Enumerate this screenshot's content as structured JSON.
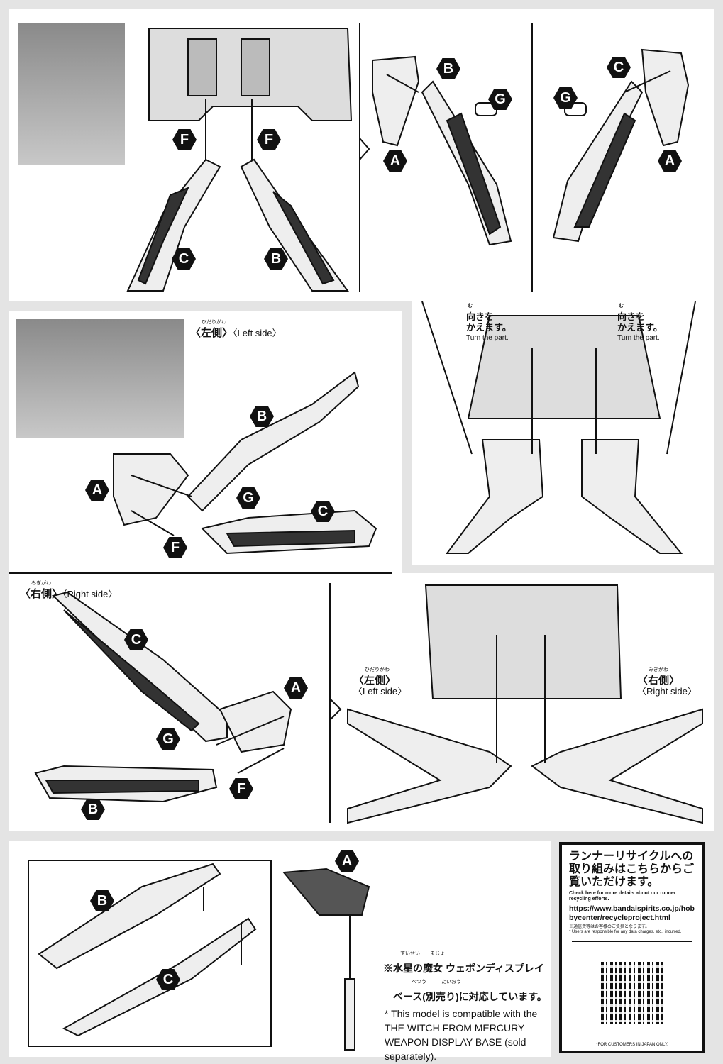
{
  "labels": {
    "a": "A",
    "b": "B",
    "c": "C",
    "f": "F",
    "g": "G"
  },
  "sides": {
    "left_ruby": "ひだりがわ",
    "left_jp": "〈左側〉",
    "left_en": "〈Left side〉",
    "right_ruby": "みぎがわ",
    "right_jp": "〈右側〉",
    "right_en": "〈Right side〉"
  },
  "turn": {
    "ruby": "む",
    "jp1": "向きを",
    "jp2": "かえます。",
    "en": "Turn the part."
  },
  "note": {
    "ruby1": "すいせい　　まじょ",
    "jp1": "※水星の魔女 ウェポンディスプレイ",
    "ruby2": "べつう　　　たいおう",
    "jp2": "ベース(別売り)に対応しています。",
    "en": "* This model is compatible with the THE WITCH FROM MERCURY WEAPON DISPLAY BASE (sold separately)."
  },
  "recycle": {
    "heading": "ランナーリサイクルへの取り組みはこちらからご覧いただけます。",
    "sub": "Check here for more details about our runner recycling efforts.",
    "url": "https://www.bandaispirits.co.jp/hobbycenter/recycleproject.html",
    "jp_note": "※通信費等はお客様のご負担となります。",
    "en_note": "* Users are responsible for any data charges, etc., incurred.",
    "footer": "*FOR CUSTOMERS IN JAPAN ONLY."
  }
}
